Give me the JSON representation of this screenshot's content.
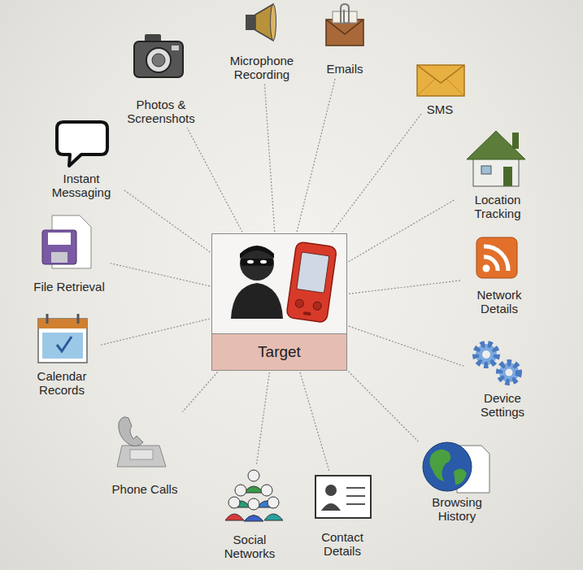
{
  "diagram": {
    "nodes": [
      {
        "text": [
          "Target"
        ]
      },
      {
        "text": [
          "Microphone Recording"
        ]
      },
      {
        "text": [
          "Emails"
        ]
      },
      {
        "text": [
          "SMS"
        ]
      },
      {
        "text": [
          "Location Tracking"
        ]
      },
      {
        "text": [
          "Network Details"
        ]
      },
      {
        "text": [
          "Device Settings"
        ]
      },
      {
        "text": [
          "Browsing History"
        ]
      },
      {
        "text": [
          "Contact Details"
        ]
      },
      {
        "text": [
          "Social Networks"
        ]
      },
      {
        "text": [
          "Phone Calls"
        ]
      },
      {
        "text": [
          "Calendar Records"
        ]
      },
      {
        "text": [
          "File Retrieval"
        ]
      },
      {
        "text": [
          "Instant Messaging"
        ]
      },
      {
        "text": [
          "Photos & Screenshots"
        ]
      }
    ],
    "edges": [
      {
        "from": 0,
        "to": 1,
        "arrow": "none"
      },
      {
        "from": 0,
        "to": 2,
        "arrow": "none"
      },
      {
        "from": 0,
        "to": 3,
        "arrow": "none"
      },
      {
        "from": 0,
        "to": 4,
        "arrow": "none"
      },
      {
        "from": 0,
        "to": 5,
        "arrow": "none"
      },
      {
        "from": 0,
        "to": 6,
        "arrow": "none"
      },
      {
        "from": 0,
        "to": 7,
        "arrow": "none"
      },
      {
        "from": 0,
        "to": 8,
        "arrow": "none"
      },
      {
        "from": 0,
        "to": 9,
        "arrow": "none"
      },
      {
        "from": 0,
        "to": 10,
        "arrow": "none"
      },
      {
        "from": 0,
        "to": 11,
        "arrow": "none"
      },
      {
        "from": 0,
        "to": 12,
        "arrow": "none"
      },
      {
        "from": 0,
        "to": 13,
        "arrow": "none"
      },
      {
        "from": 0,
        "to": 14,
        "arrow": "none"
      }
    ]
  }
}
